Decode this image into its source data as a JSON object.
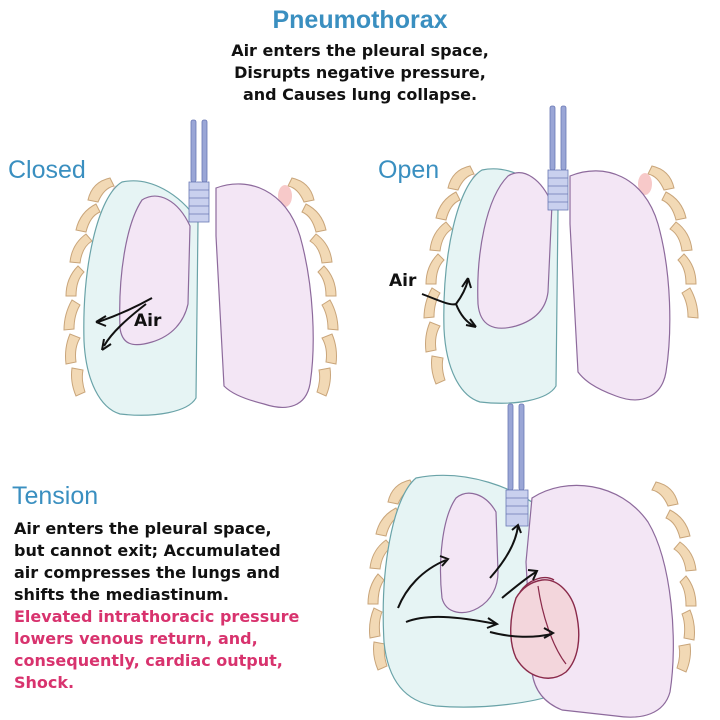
{
  "title": "Pneumothorax",
  "subtitle_lines": [
    "Air enters the pleural space,",
    "Disrupts negative pressure,",
    "and Causes lung collapse."
  ],
  "sections": {
    "closed": {
      "label": "Closed",
      "air_label": "Air"
    },
    "open": {
      "label": "Open",
      "air_label": "Air"
    },
    "tension": {
      "label": "Tension",
      "description_lines": [
        "Air enters the pleural space,",
        "but cannot exit; Accumulated",
        "air compresses the lungs and",
        "shifts the mediastinum."
      ],
      "consequence_lines": [
        "Elevated intrathoracic pressure",
        "lowers venous return, and,",
        "consequently, cardiac output,",
        "Shock."
      ]
    }
  },
  "colors": {
    "title": "#3a8fc0",
    "lung_fill": "#f3e6f5",
    "pleural_space": "#e6f4f4",
    "rib": "#f2d9b5",
    "trachea": "#9aa6d6",
    "heart": "#f3d6dc",
    "consequence_text": "#d8336e"
  }
}
